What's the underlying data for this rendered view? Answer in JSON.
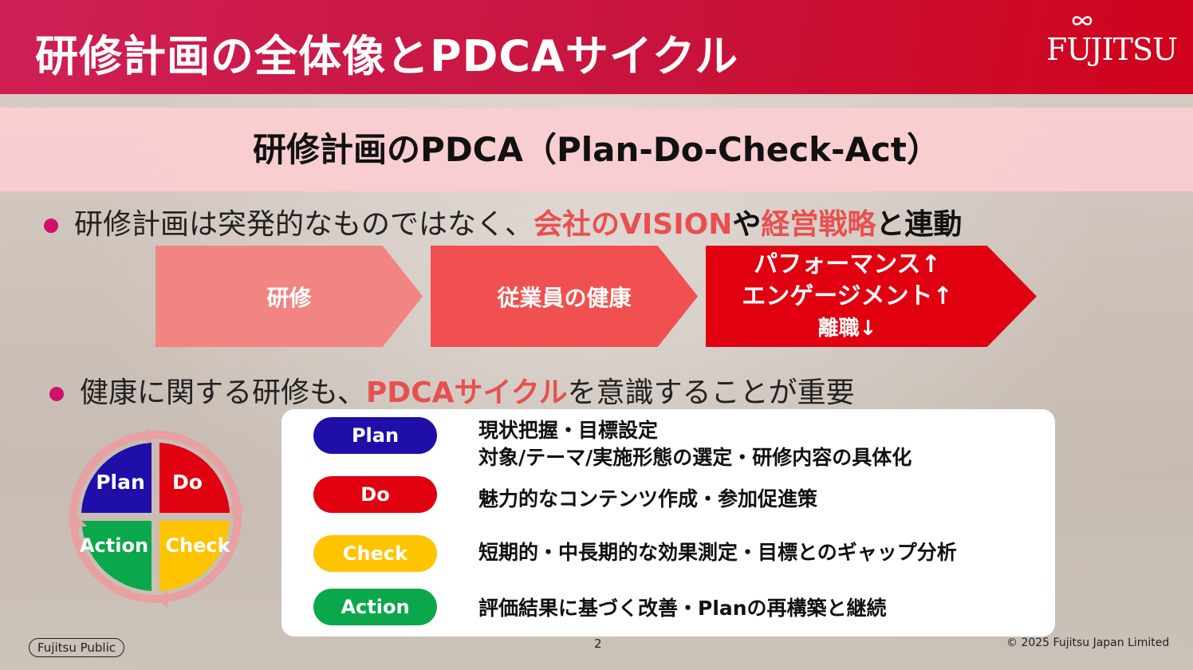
{
  "header": {
    "title": "研修計画の全体像とPDCAサイクル",
    "logo": "FUJITSU"
  },
  "band": {
    "title": "研修計画のPDCA（Plan-Do-Check-Act）"
  },
  "bullet1": {
    "a": "研修計画は突発的なものではなく、",
    "b": "会社のVISION",
    "c": "や",
    "d": "経営戦略",
    "e": "と連動"
  },
  "flow": [
    {
      "label": "研修",
      "color": "#f28482"
    },
    {
      "label": "従業員の健康",
      "color": "#f0504f"
    },
    {
      "lines": [
        "パフォーマンス↑",
        "エンゲージメント↑",
        "離職↓"
      ],
      "color": "#e00010"
    }
  ],
  "bullet2": {
    "a": "健康に関する研修も、",
    "b": "PDCAサイクル",
    "c": "を意識することが重要"
  },
  "cycle": {
    "plan": "Plan",
    "do": "Do",
    "check": "Check",
    "action": "Action"
  },
  "pdca": [
    {
      "label": "Plan",
      "color": "#1f0fa8",
      "lines": [
        "現状把握・目標設定",
        "対象/テーマ/実施形態の選定・研修内容の具体化"
      ]
    },
    {
      "label": "Do",
      "color": "#e00010",
      "lines": [
        "魅力的なコンテンツ作成・参加促進策"
      ]
    },
    {
      "label": "Check",
      "color": "#ffc400",
      "lines": [
        "短期的・中長期的な効果測定・目標とのギャップ分析"
      ]
    },
    {
      "label": "Action",
      "color": "#0aa84a",
      "lines": [
        "評価結果に基づく改善・Planの再構築と継続"
      ]
    }
  ],
  "footer": {
    "classification": "Fujitsu Public",
    "page": "2",
    "copyright": "© 2025 Fujitsu Japan Limited"
  }
}
